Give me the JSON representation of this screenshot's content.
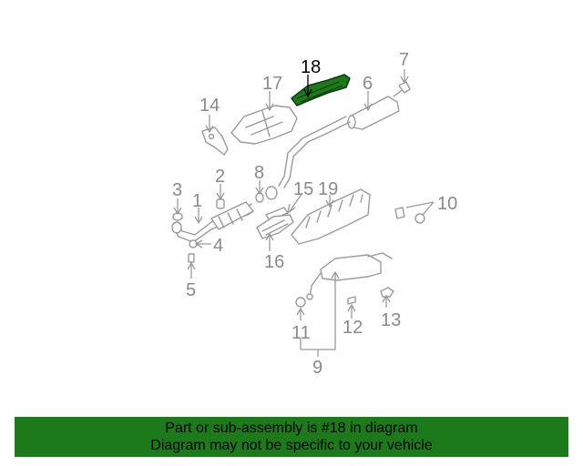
{
  "callouts": {
    "c1": "1",
    "c2": "2",
    "c3": "3",
    "c4": "4",
    "c5": "5",
    "c6": "6",
    "c7": "7",
    "c8": "8",
    "c9": "9",
    "c10": "10",
    "c11": "11",
    "c12": "12",
    "c13": "13",
    "c14": "14",
    "c15": "15",
    "c16": "16",
    "c17": "17",
    "c18": "18",
    "c19": "19"
  },
  "highlighted_part": "18",
  "colors": {
    "highlight_fill": "#1c7a1a",
    "banner_background": "#1c7a1a",
    "part_stroke": "#9a9a9a"
  },
  "banner": {
    "line1": "Part or sub-assembly is #18 in diagram",
    "line2": "Diagram may not be specific to your vehicle"
  }
}
